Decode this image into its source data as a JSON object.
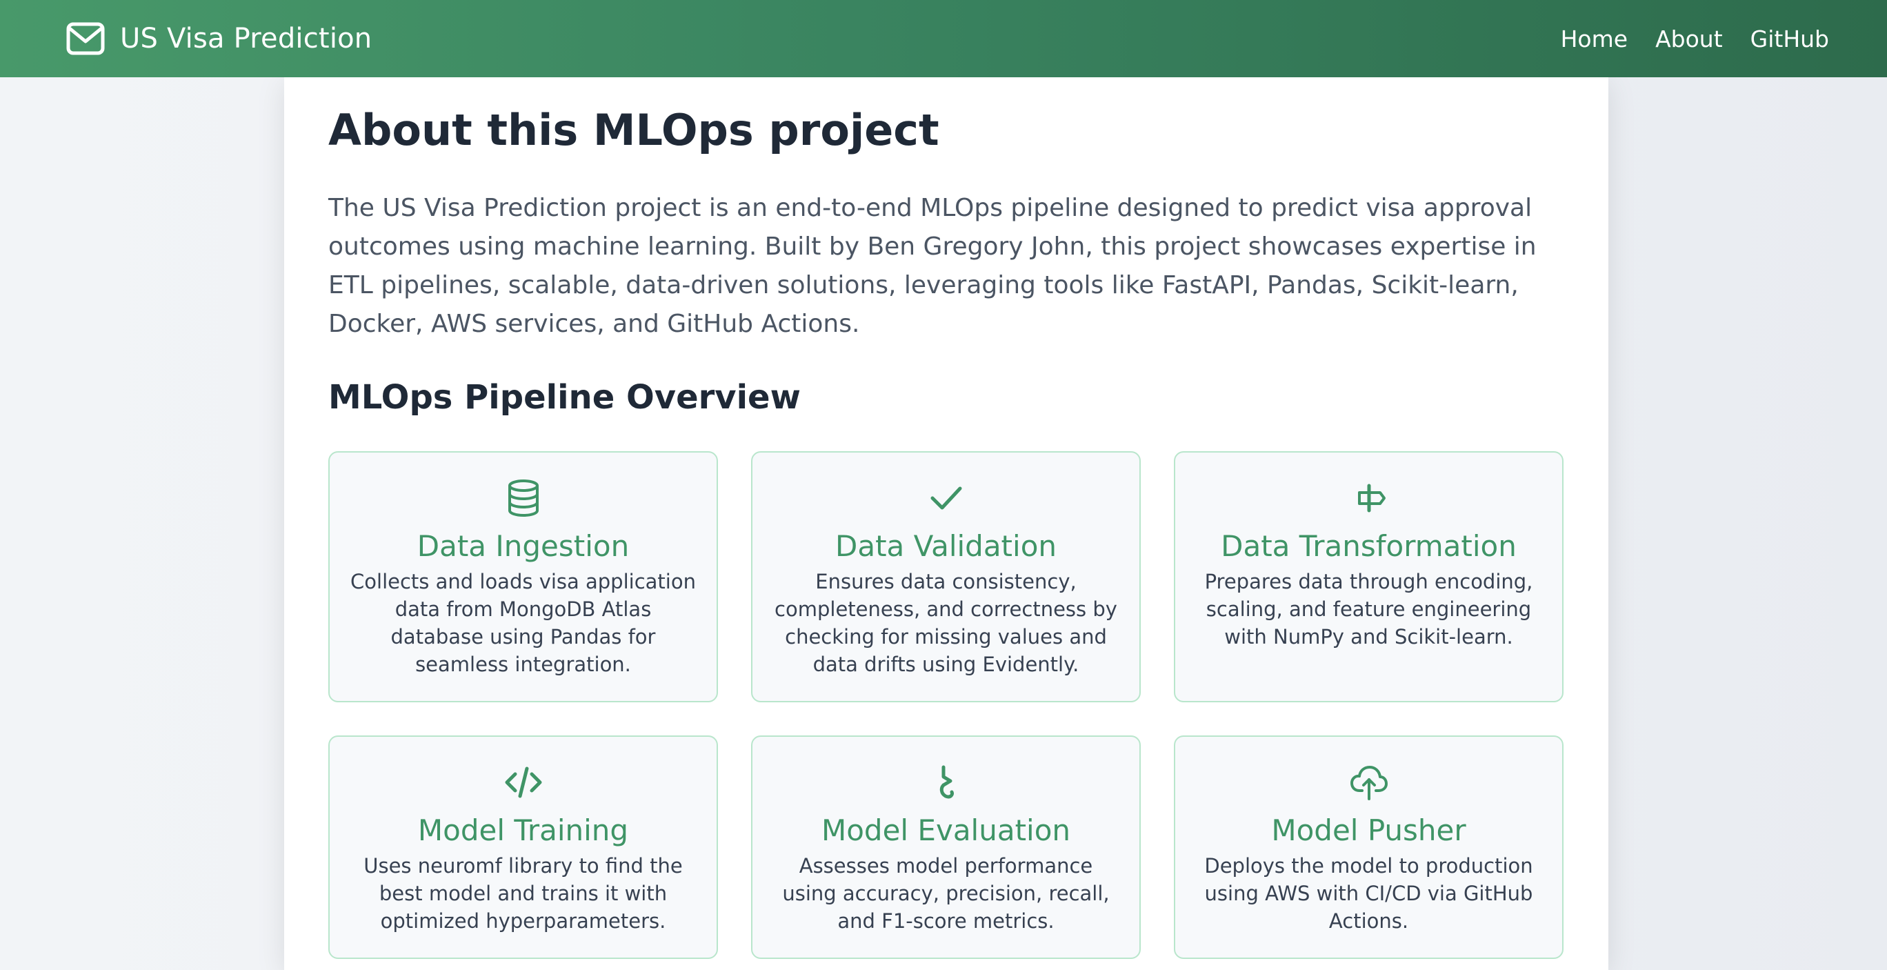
{
  "navbar": {
    "brand": "US Visa Prediction",
    "brand_icon": "envelope-icon",
    "links": [
      "Home",
      "About",
      "GitHub"
    ]
  },
  "page": {
    "title": "About this MLOps project",
    "intro": "The US Visa Prediction project is an end-to-end MLOps pipeline designed to predict visa approval outcomes using machine learning. Built by Ben Gregory John, this project showcases expertise in ETL pipelines, scalable, data-driven solutions, leveraging tools like FastAPI, Pandas, Scikit-learn, Docker, AWS services, and GitHub Actions.",
    "section_title": "MLOps Pipeline Overview"
  },
  "steps": [
    {
      "icon": "database-icon",
      "title": "Data Ingestion",
      "description": "Collects and loads visa application data from MongoDB Atlas database using Pandas for seamless integration."
    },
    {
      "icon": "check-icon",
      "title": "Data Validation",
      "description": "Ensures data consistency, completeness, and correctness by checking for missing values and data drifts using Evidently."
    },
    {
      "icon": "signpost-icon",
      "title": "Data Transformation",
      "description": "Prepares data through encoding, scaling, and feature engineering with NumPy and Scikit-learn."
    },
    {
      "icon": "code-icon",
      "title": "Model Training",
      "description": "Uses neuromf library to find the best model and trains it with optimized hyperparameters."
    },
    {
      "icon": "hook-icon",
      "title": "Model Evaluation",
      "description": "Assesses model performance using accuracy, precision, recall, and F1-score metrics."
    },
    {
      "icon": "cloud-upload-icon",
      "title": "Model Pusher",
      "description": "Deploys the model to production using AWS with CI/CD via GitHub Actions."
    }
  ],
  "colors": {
    "accent": "#3f9466",
    "nav_start": "#48996a",
    "nav_end": "#2d6b4c",
    "card_border": "#b9e6cc"
  }
}
